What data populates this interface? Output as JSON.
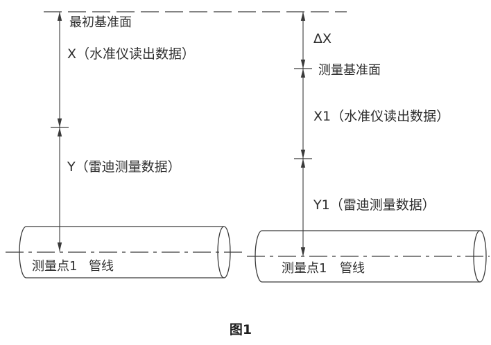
{
  "figure": {
    "caption": "图1",
    "colors": {
      "line": "#3a3a3a",
      "background": "#ffffff"
    },
    "left": {
      "datum_label": "最初基准面",
      "x_label": "X（水准仪读出数据）",
      "y_label": "Y（雷迪测量数据）",
      "point_label": "测量点1",
      "pipe_label": "管线"
    },
    "right": {
      "delta_label": "ΔX",
      "datum_label": "测量基准面",
      "x1_label": "X1（水准仪读出数据）",
      "y1_label": "Y1（雷迪测量数据）",
      "point_label": "测量点1",
      "pipe_label": "管线"
    }
  }
}
